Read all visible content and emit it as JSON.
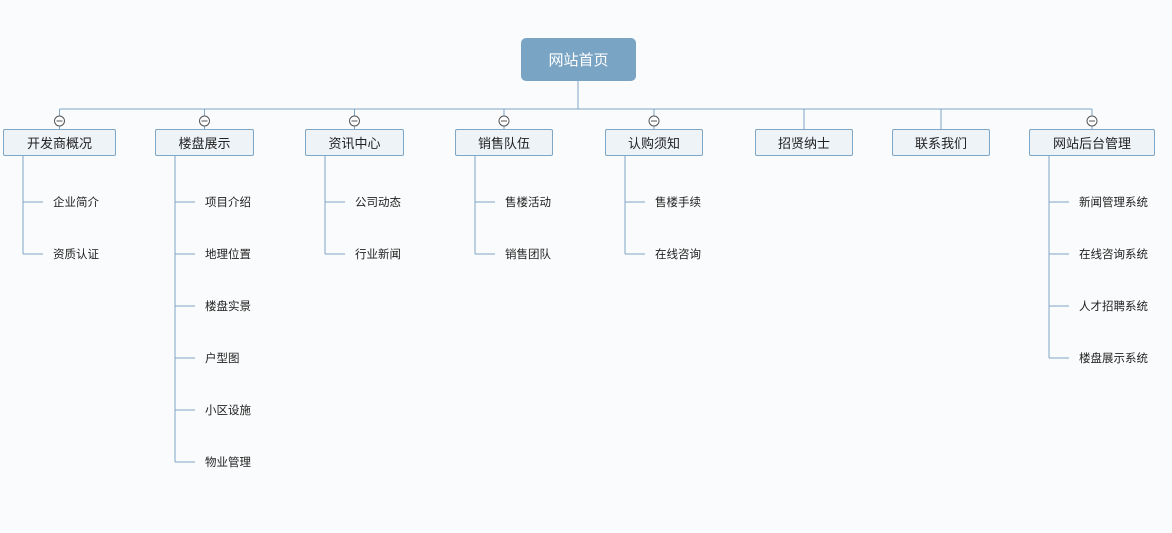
{
  "root": {
    "label": "网站首页"
  },
  "categories": [
    {
      "key": "developer",
      "label": "开发商概况",
      "collapsible": true,
      "children": [
        "企业简介",
        "资质认证"
      ]
    },
    {
      "key": "property",
      "label": "楼盘展示",
      "collapsible": true,
      "children": [
        "项目介绍",
        "地理位置",
        "楼盘实景",
        "户型图",
        "小区设施",
        "物业管理"
      ]
    },
    {
      "key": "news",
      "label": "资讯中心",
      "collapsible": true,
      "children": [
        "公司动态",
        "行业新闻"
      ]
    },
    {
      "key": "sales",
      "label": "销售队伍",
      "collapsible": true,
      "children": [
        "售楼活动",
        "销售团队"
      ]
    },
    {
      "key": "purchase",
      "label": "认购须知",
      "collapsible": true,
      "children": [
        "售楼手续",
        "在线咨询"
      ]
    },
    {
      "key": "recruit",
      "label": "招贤纳士",
      "collapsible": false,
      "children": []
    },
    {
      "key": "contact",
      "label": "联系我们",
      "collapsible": false,
      "children": []
    },
    {
      "key": "admin",
      "label": "网站后台管理",
      "collapsible": true,
      "children": [
        "新闻管理系统",
        "在线咨询系统",
        "人才招聘系统",
        "楼盘展示系统"
      ]
    }
  ],
  "colors": {
    "connector": "#7ea6c6",
    "root_fill": "#7aa4c4",
    "node_fill": "#eef3f8",
    "node_border": "#7ea6c6",
    "collapse_icon": "#555555"
  },
  "icons": {
    "collapse": "minus-circle-icon"
  }
}
